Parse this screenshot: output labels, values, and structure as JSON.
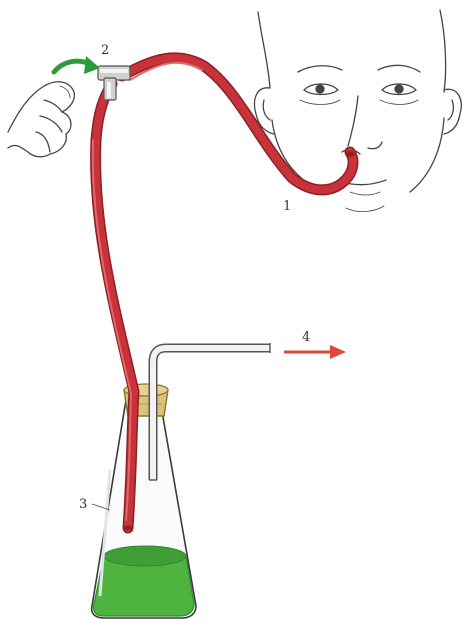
{
  "labels": {
    "one": "1",
    "two": "2",
    "three": "3",
    "four": "4"
  },
  "colors": {
    "tube": "#c8333a",
    "tube_dark": "#8f1f25",
    "tube_light": "#e0676c",
    "arrow_green": "#2f9a3a",
    "arrow_red": "#e0473b",
    "liquid": "#4fb43f",
    "liquid_dark": "#2f8a2c",
    "stopper": "#d9c27a",
    "glass_outline": "#3a3a3a",
    "metal": "#c9c9c9",
    "line": "#444444"
  },
  "icons": {
    "face": "face-drawing",
    "hand": "hand-finger",
    "flask": "conical-flask"
  }
}
